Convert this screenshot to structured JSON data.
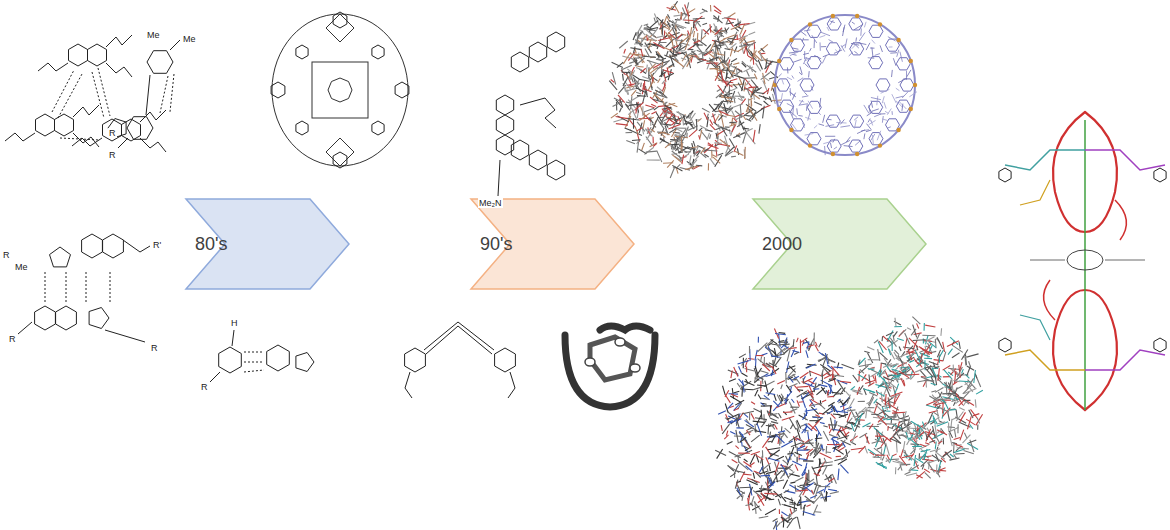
{
  "diagram": {
    "nodes": [
      {
        "text": [
          "80's"
        ]
      },
      {
        "text": [
          "90's"
        ]
      },
      {
        "text": [
          "2000"
        ]
      }
    ],
    "labels": [
      "Me",
      "R",
      "Me",
      "R",
      "Me",
      "R",
      "R'",
      "R",
      "R",
      "R",
      "H",
      "Me₂N"
    ]
  }
}
